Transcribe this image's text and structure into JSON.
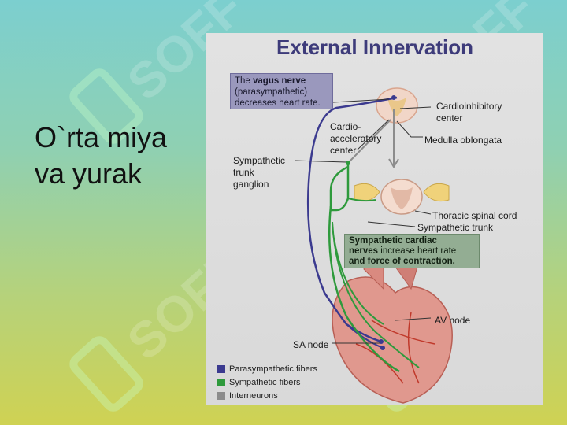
{
  "slide": {
    "title_line1": "O`rta miya",
    "title_line2": "va yurak"
  },
  "figure": {
    "title": "External Innervation",
    "vagus_box": {
      "prefix": "The ",
      "bold": "vagus nerve",
      "rest_line2": "(parasympathetic)",
      "rest_line3": "decreases heart rate."
    },
    "labels": {
      "cardioinhibitory": "Cardioinhibitory",
      "center1": "center",
      "cardio": "Cardio-",
      "acceleratory": "acceleratory",
      "center2": "center",
      "medulla": "Medulla oblongata",
      "sympathetic": "Sympathetic",
      "trunk": "trunk",
      "ganglion": "ganglion",
      "thoracic": "Thoracic spinal cord",
      "sympathetic_trunk": "Sympathetic trunk",
      "av_node": "AV node",
      "sa_node": "SA node"
    },
    "symp_box": {
      "bold1": "Sympathetic cardiac",
      "bold2": "nerves",
      "rest2": " increase heart rate",
      "line3": "and force of contraction."
    },
    "legend": [
      {
        "label": "Parasympathetic fibers",
        "color": "#3b3a8f"
      },
      {
        "label": "Sympathetic fibers",
        "color": "#2e9a3c"
      },
      {
        "label": "Interneurons",
        "color": "#8c8c8c"
      }
    ],
    "watermark": "SOFF"
  },
  "colors": {
    "parasympathetic": "#3b3a8f",
    "sympathetic": "#2e9a3c",
    "interneuron": "#8c8c8c",
    "title": "#3d3b7a"
  }
}
